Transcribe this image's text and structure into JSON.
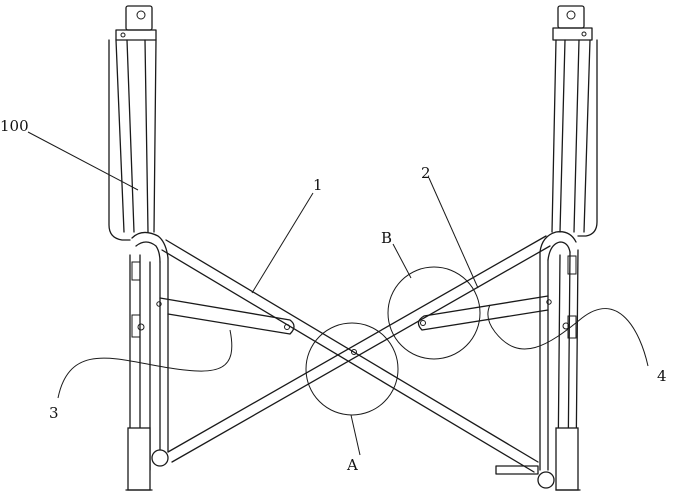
{
  "figure": {
    "labels": {
      "frame": "100",
      "part_1": "1",
      "part_2": "2",
      "part_3": "3",
      "part_4": "4",
      "detail_a": "A",
      "detail_b": "B"
    }
  },
  "colors": {
    "line": "#1a1a1a",
    "background": "#ffffff"
  }
}
